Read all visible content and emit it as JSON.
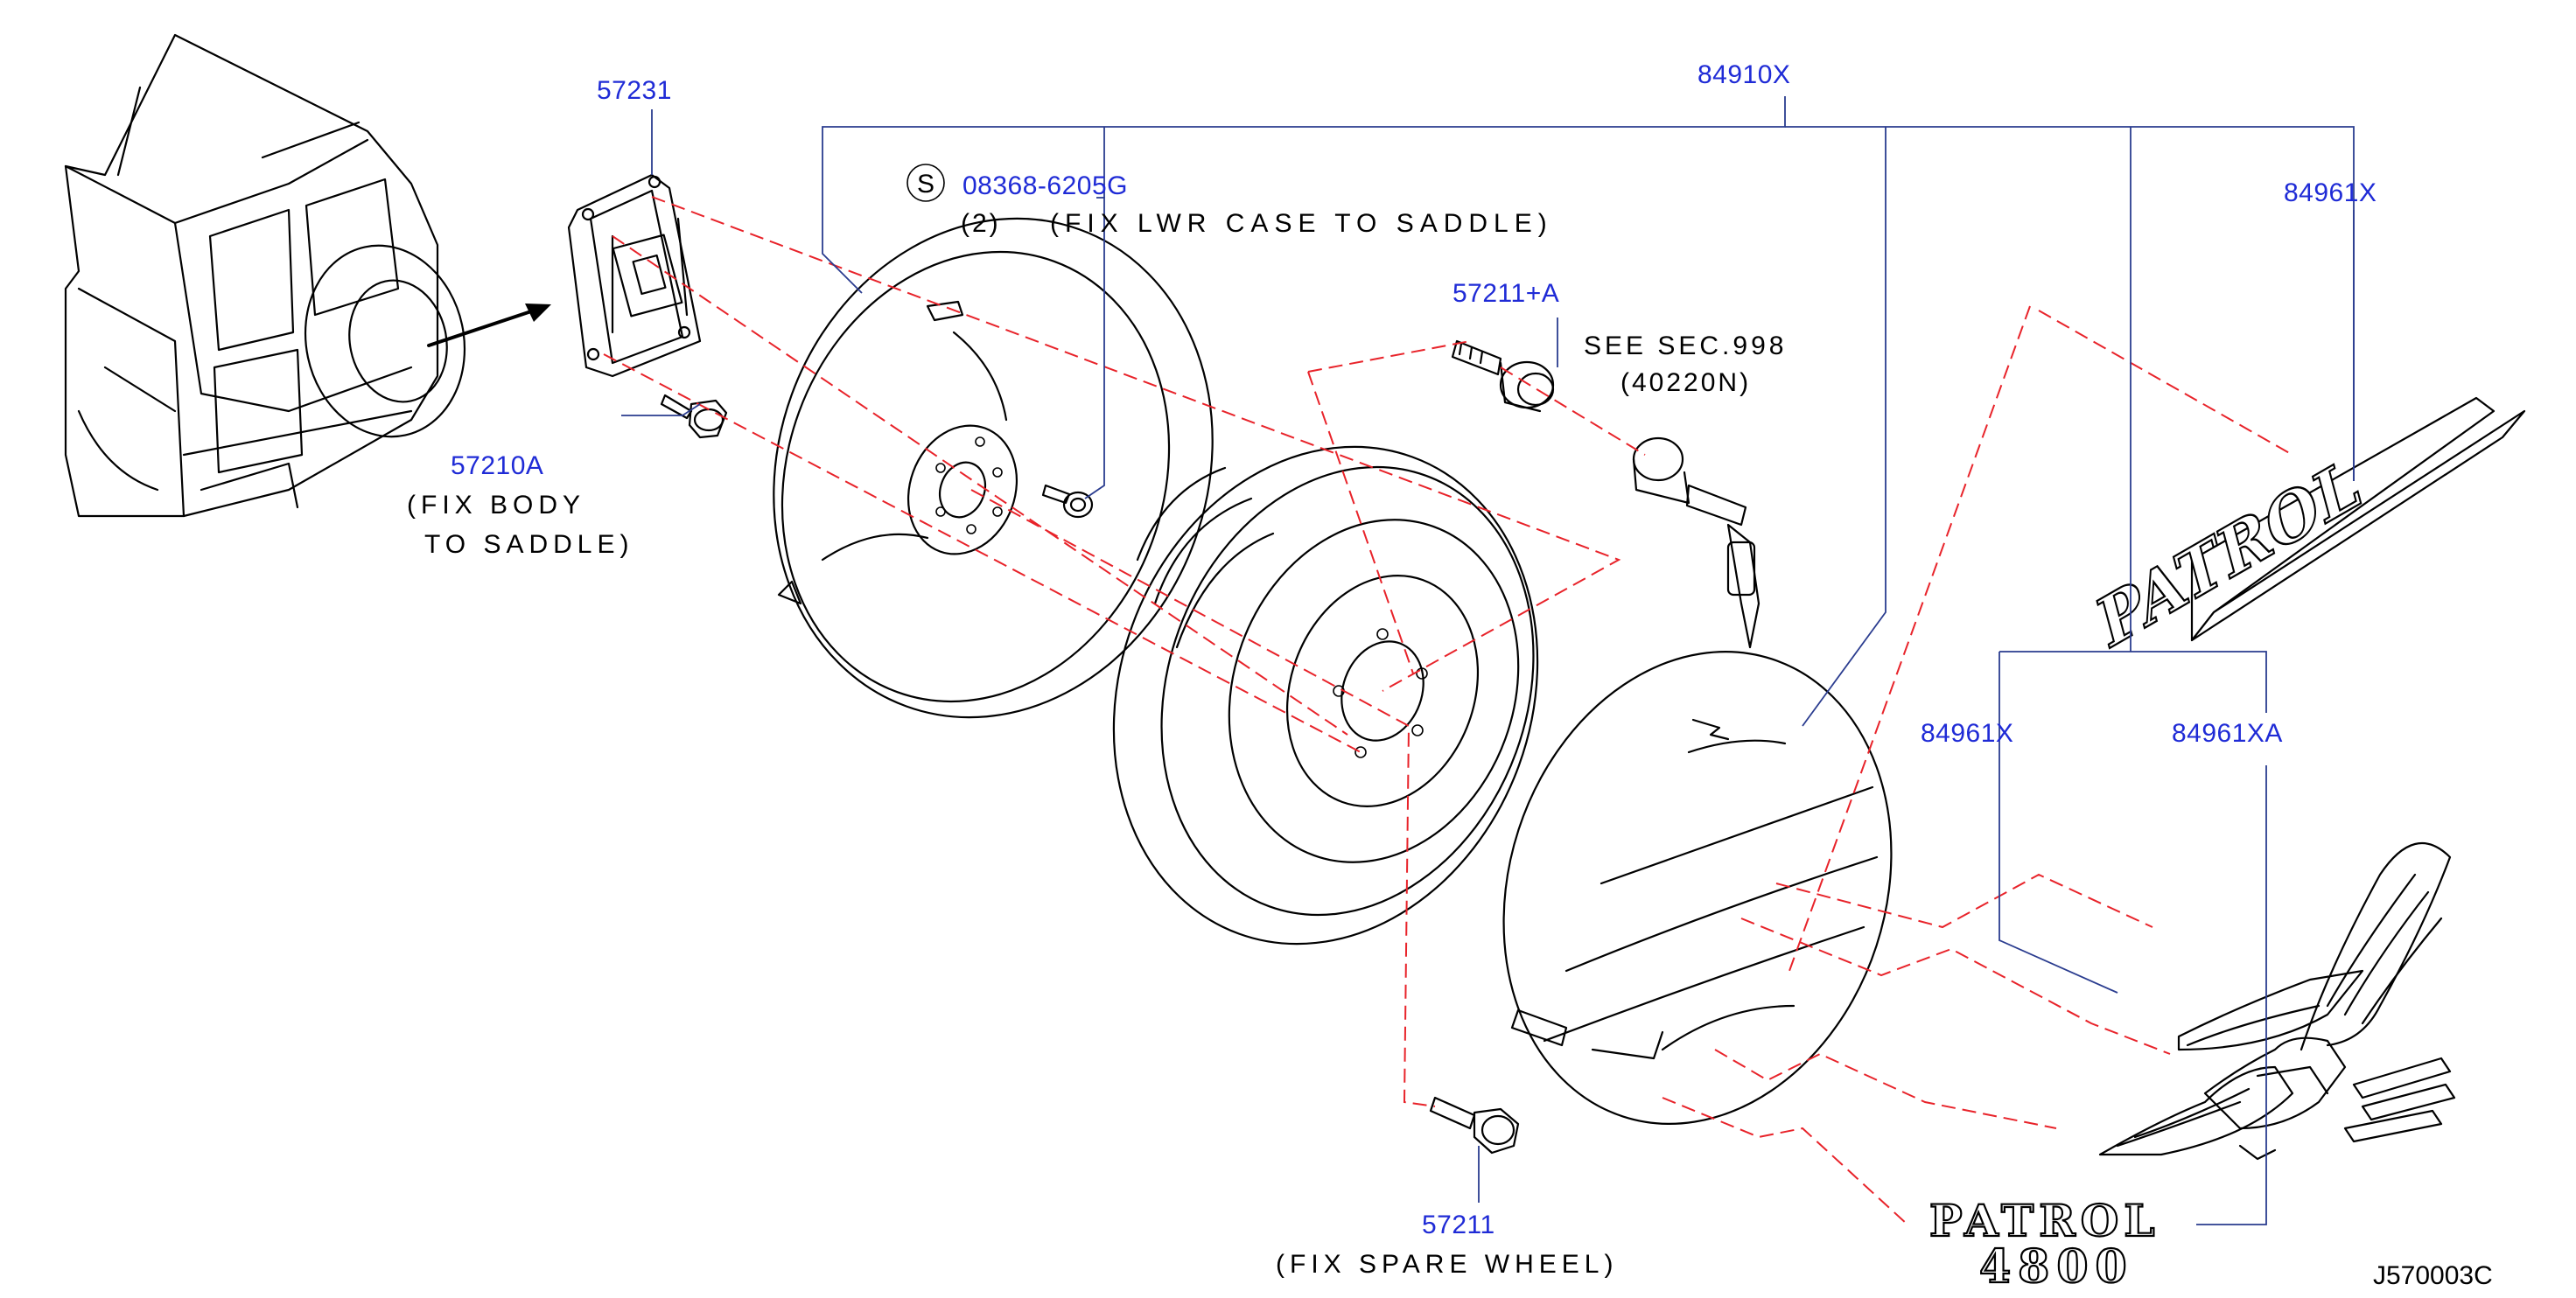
{
  "parts": {
    "p57231": "57231",
    "p08368": "08368-6205G",
    "p08368_qty": "(2)",
    "p08368_note": "(FIX LWR CASE TO SADDLE)",
    "p08368_symbol": "S",
    "p57210a": "57210A",
    "p57210a_note1": "(FIX BODY",
    "p57210a_note2": "TO SADDLE)",
    "p84910x": "84910X",
    "p84961x_top": "84961X",
    "p57211a": "57211+A",
    "see_sec": "SEE SEC.998",
    "see_sec_code": "(40220N)",
    "p84961x_mid": "84961X",
    "p84961xa": "84961XA",
    "p57211": "57211",
    "p57211_note": "(FIX SPARE WHEEL)"
  },
  "emblems": {
    "patrol_plate": "PATROL",
    "patrol_badge": "PATROL",
    "patrol_badge_sub": "4800"
  },
  "diagram_code": "J570003C",
  "colors": {
    "part_number": "#1f2bd6",
    "leader_line": "#2a3c8f",
    "phantom_line": "#e8232a",
    "ink": "#000000"
  }
}
